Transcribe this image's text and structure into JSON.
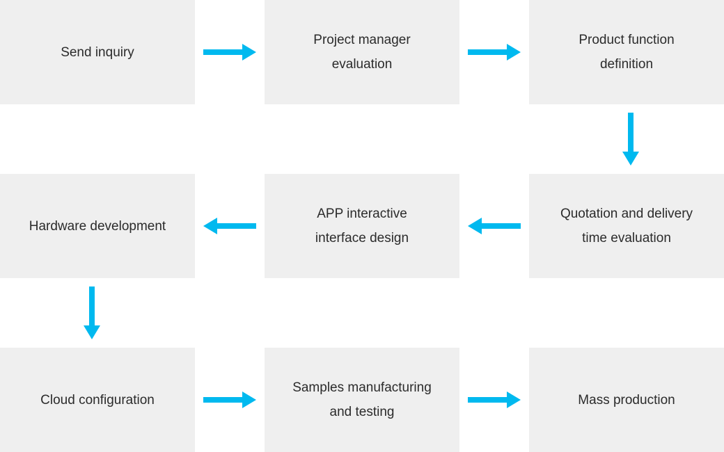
{
  "flow": {
    "accent_color": "#00b9ef",
    "box_color": "#efefef",
    "text_color": "#2b2b2b",
    "steps": [
      {
        "id": "send-inquiry",
        "label": "Send inquiry"
      },
      {
        "id": "project-manager-evaluation",
        "label": "Project manager\nevaluation"
      },
      {
        "id": "product-function-definition",
        "label": "Product function\ndefinition"
      },
      {
        "id": "quotation-delivery-evaluation",
        "label": "Quotation and delivery\ntime evaluation"
      },
      {
        "id": "app-interface-design",
        "label": "APP interactive\ninterface design"
      },
      {
        "id": "hardware-development",
        "label": "Hardware development"
      },
      {
        "id": "cloud-configuration",
        "label": "Cloud configuration"
      },
      {
        "id": "samples-manufacturing-testing",
        "label": "Samples manufacturing\nand testing"
      },
      {
        "id": "mass-production",
        "label": "Mass production"
      }
    ],
    "arrows": [
      {
        "from": "send-inquiry",
        "to": "project-manager-evaluation",
        "direction": "right"
      },
      {
        "from": "project-manager-evaluation",
        "to": "product-function-definition",
        "direction": "right"
      },
      {
        "from": "product-function-definition",
        "to": "quotation-delivery-evaluation",
        "direction": "down"
      },
      {
        "from": "quotation-delivery-evaluation",
        "to": "app-interface-design",
        "direction": "left"
      },
      {
        "from": "app-interface-design",
        "to": "hardware-development",
        "direction": "left"
      },
      {
        "from": "hardware-development",
        "to": "cloud-configuration",
        "direction": "down"
      },
      {
        "from": "cloud-configuration",
        "to": "samples-manufacturing-testing",
        "direction": "right"
      },
      {
        "from": "samples-manufacturing-testing",
        "to": "mass-production",
        "direction": "right"
      }
    ]
  }
}
